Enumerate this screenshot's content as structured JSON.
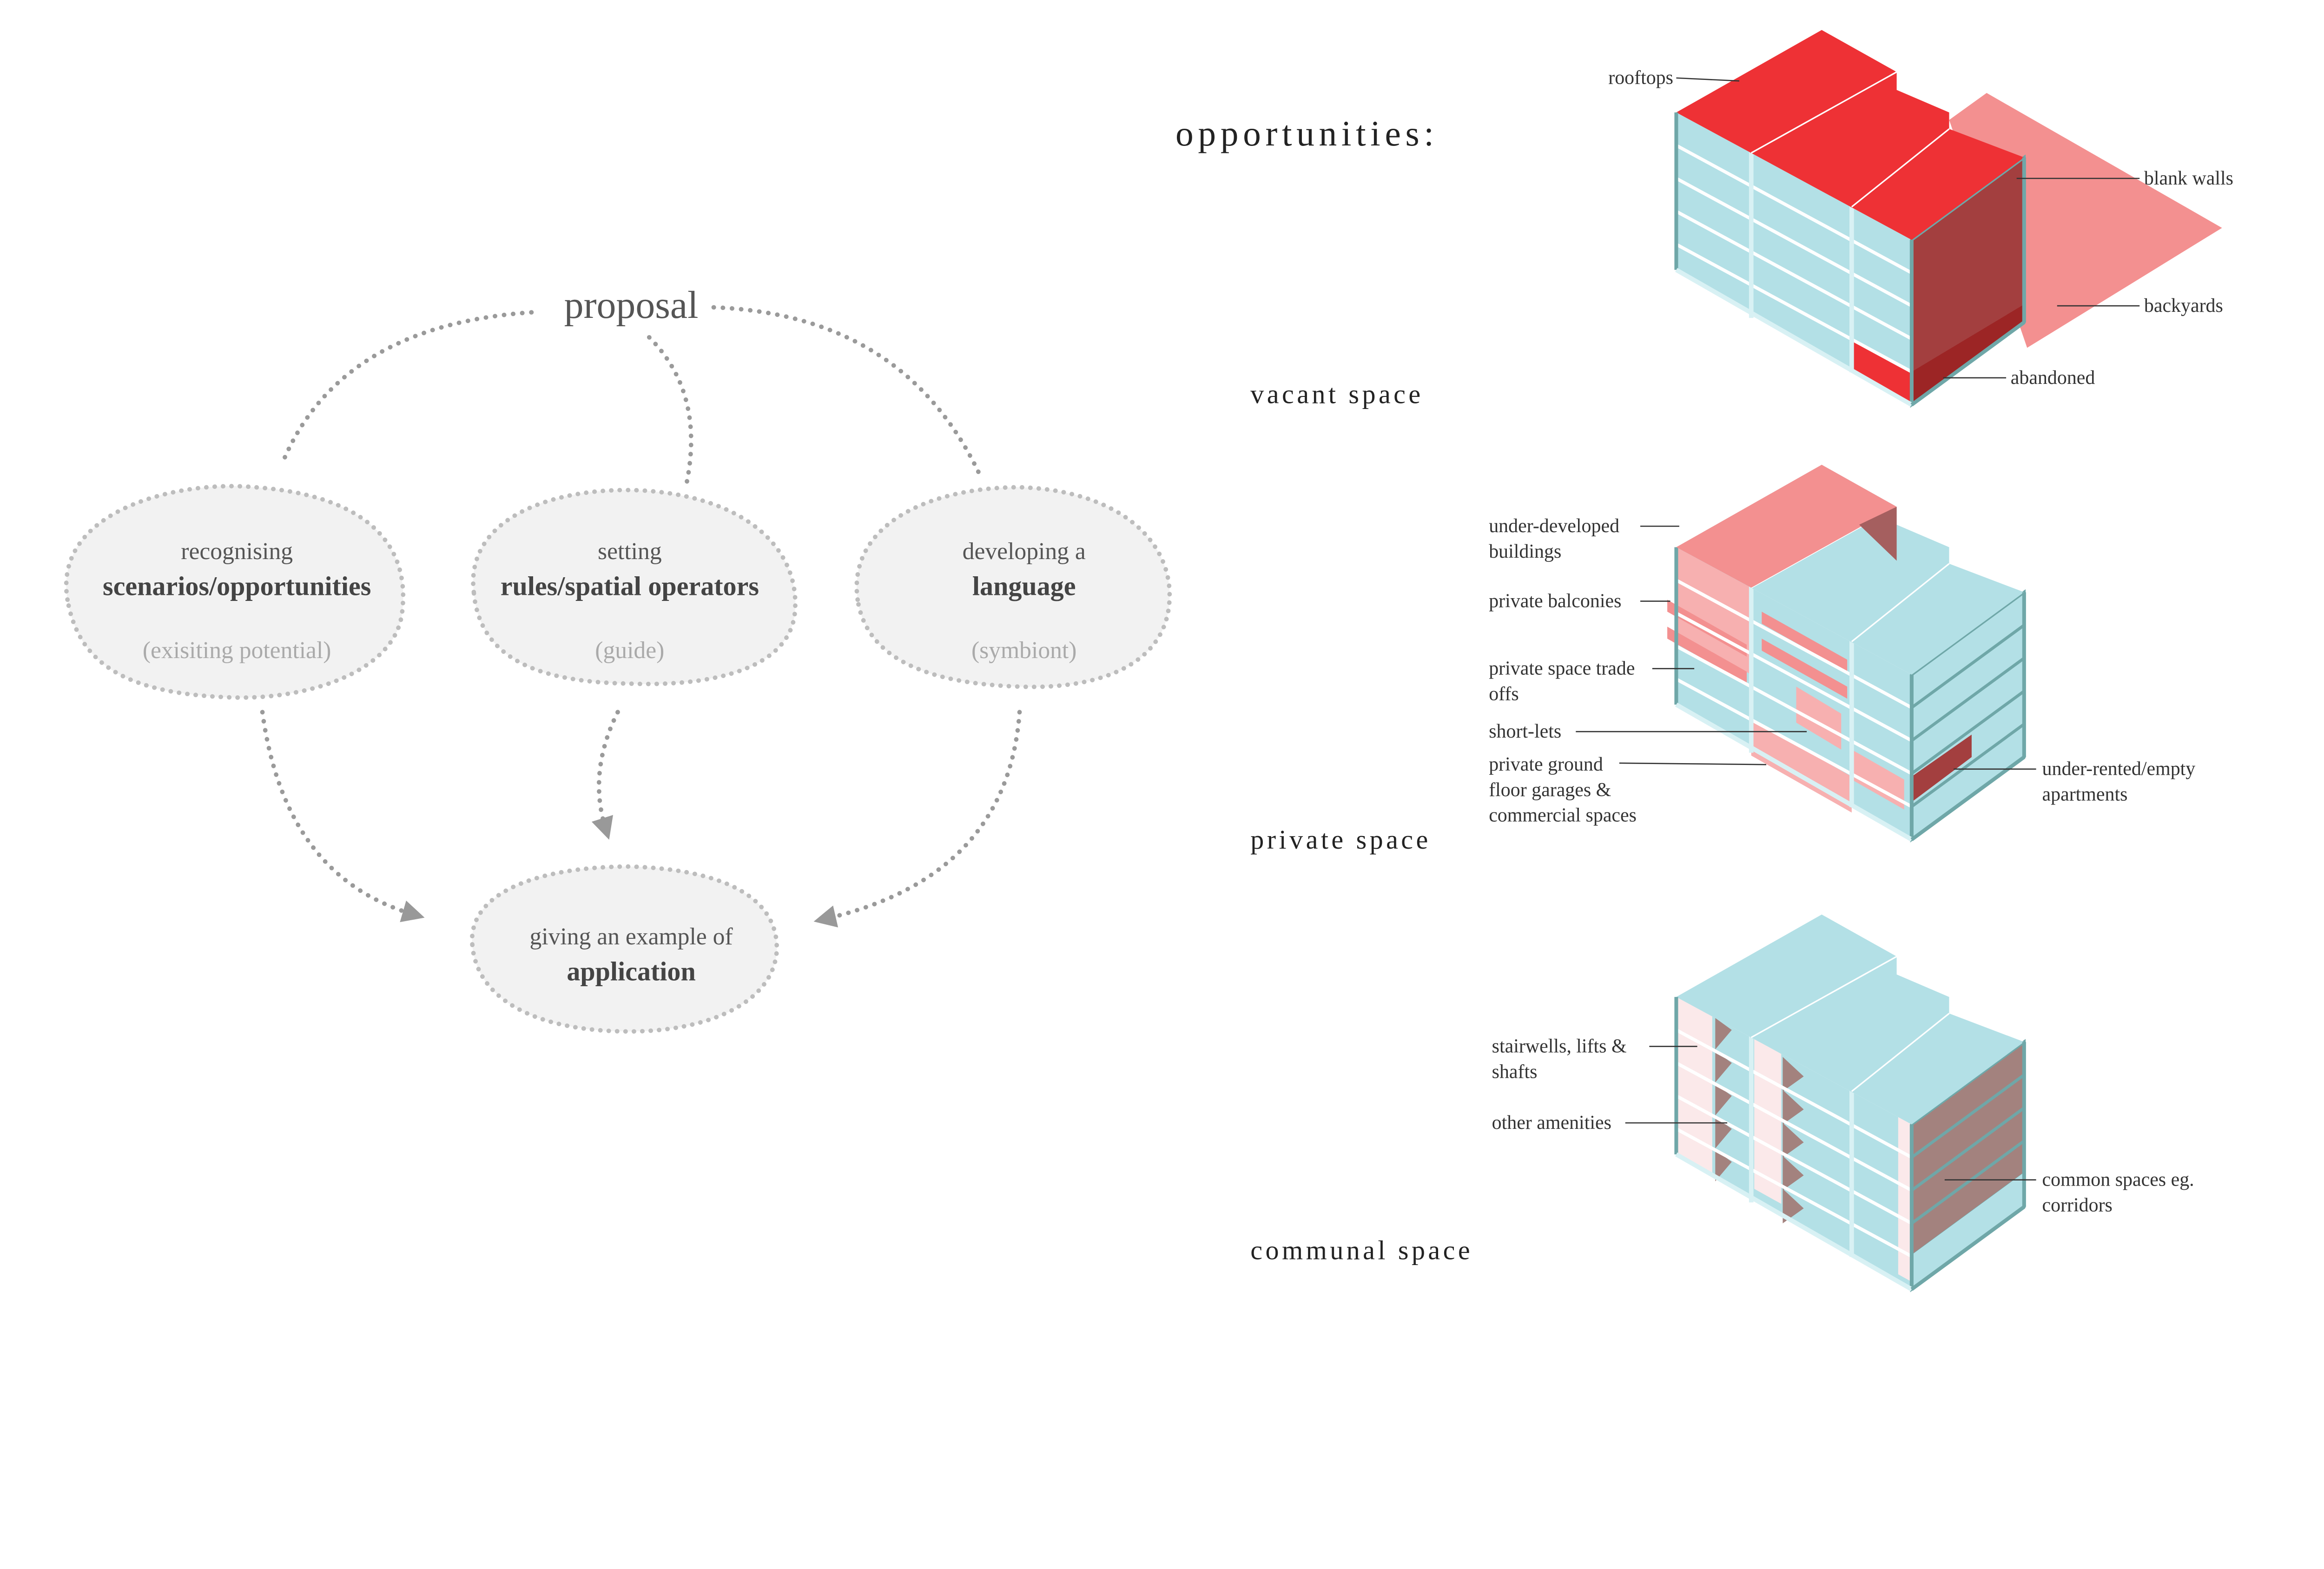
{
  "flow": {
    "proposal": "proposal",
    "nodes": [
      {
        "top": "recognising",
        "main": "scenarios/opportunities",
        "note": "(exisiting potential)"
      },
      {
        "top": "setting",
        "main": "rules/spatial operators",
        "note": "(guide)"
      },
      {
        "top": "developing a",
        "main": "language",
        "note": "(symbiont)"
      }
    ],
    "application": {
      "top": "giving an example of",
      "main": "application"
    }
  },
  "opportunities": {
    "title": "opportunities:",
    "sections": [
      {
        "name": "vacant space",
        "labels": [
          "rooftops",
          "blank walls",
          "backyards",
          "abandoned"
        ]
      },
      {
        "name": "private space",
        "labels": [
          "under-developed",
          "buildings",
          "private balconies",
          "private space trade",
          "offs",
          "short-lets",
          "private ground",
          "floor garages &",
          "commercial spaces",
          "under-rented/empty",
          "apartments"
        ]
      },
      {
        "name": "communal space",
        "labels": [
          "stairwells, lifts &",
          "shafts",
          "other amenities",
          "common spaces eg.",
          "corridors"
        ]
      }
    ]
  },
  "colors": {
    "blue": "#b3e0e6",
    "frame": "#6fa7a8",
    "red": "#ee3135",
    "dark_red": "#a33f3f",
    "pink": "#f39090",
    "light_pink": "#f7b0b0",
    "mauve": "#a3827e",
    "pale_pink": "#fbe9ea"
  }
}
